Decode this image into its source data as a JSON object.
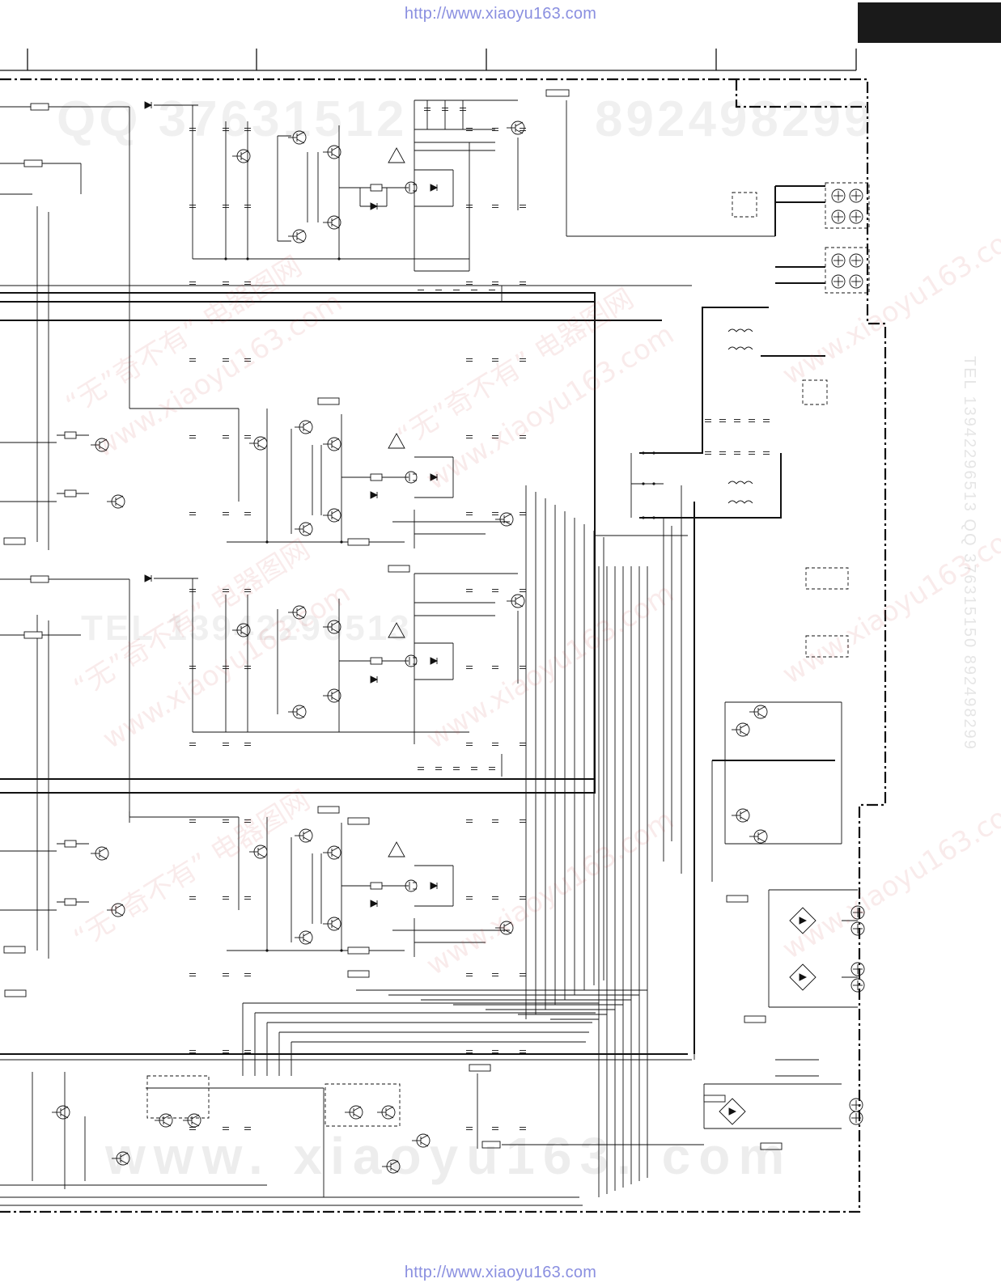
{
  "header": {
    "url": "http://www.xiaoyu163.com"
  },
  "footer": {
    "url": "http://www.xiaoyu163.com"
  },
  "watermarks": {
    "qq_left": "QQ 37631512",
    "qq_right": "892498299",
    "tel": "TEL 13942296513",
    "bottom": "www. xiaoyu163. com",
    "chinese_1": "“无”奇不有” 电器图网",
    "chinese_2": "www.xiaoyu163.com",
    "side": "TEL 13942296513 QQ 376315150 892498299"
  },
  "colors": {
    "line": "#111111",
    "watermark": "#cc4444",
    "url": "#8a8fe0"
  }
}
